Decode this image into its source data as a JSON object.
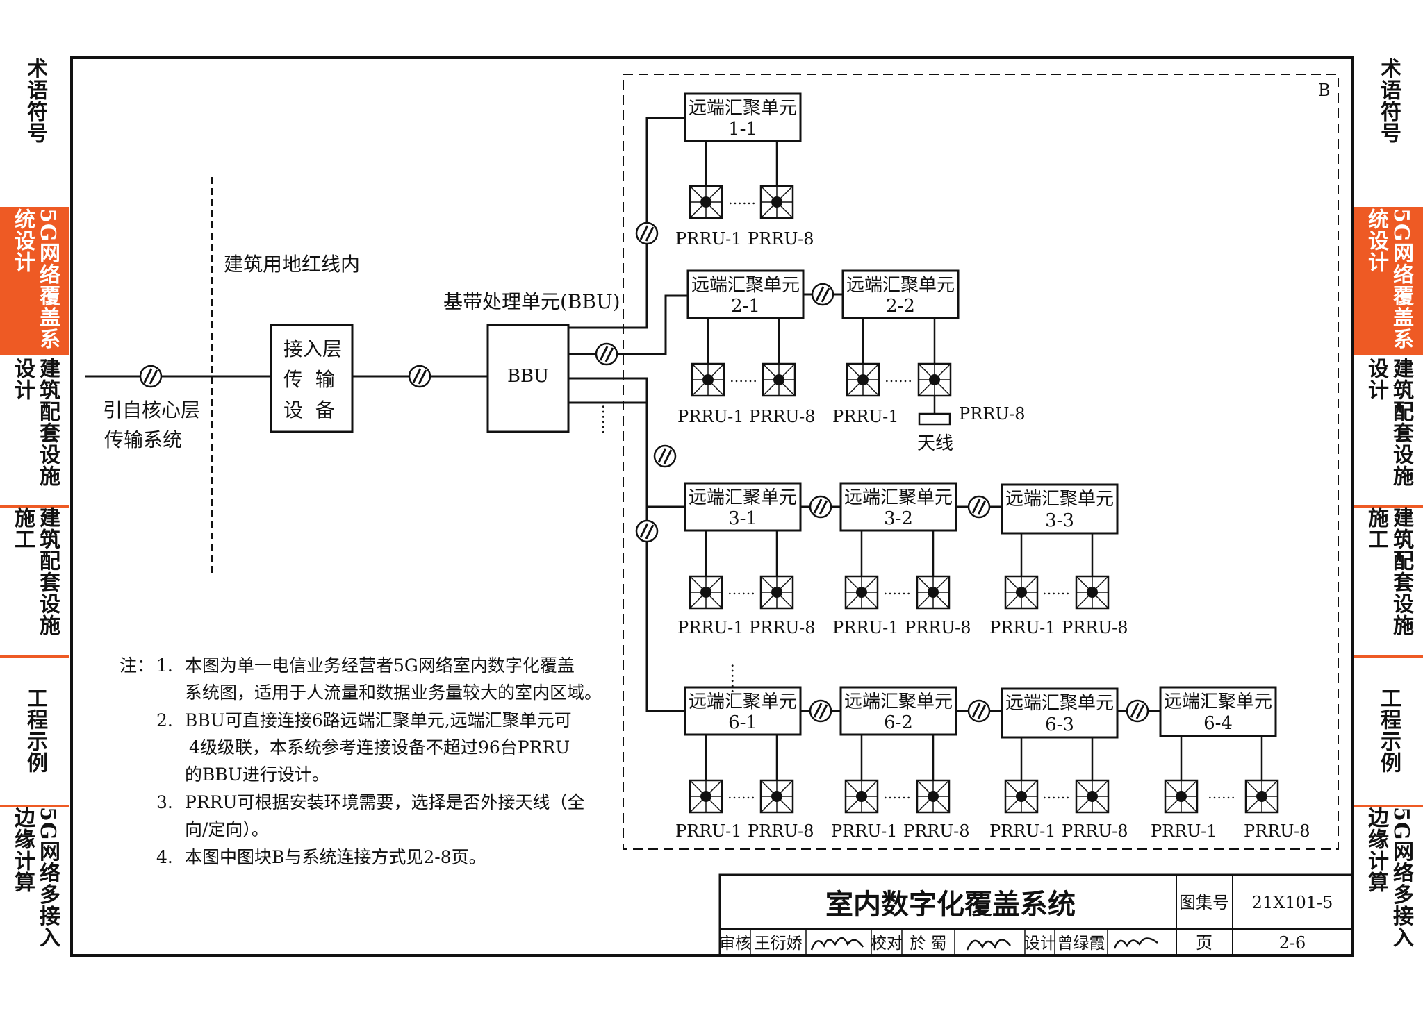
{
  "side_tabs": [
    {
      "label": "术语符号",
      "active": false
    },
    {
      "label": "5G网络覆盖系统设计",
      "active": true
    },
    {
      "label": "建筑配套设施设计",
      "active": false
    },
    {
      "label": "建筑配套设施施工",
      "active": false
    },
    {
      "label": "工程示例",
      "active": false
    },
    {
      "label": "5G网络多接入边缘计算",
      "active": false
    }
  ],
  "colors": {
    "accent": "#ee5a24",
    "line": "#111111"
  },
  "diagram": {
    "redline_label": "建筑用地红线内",
    "core_label_1": "引自核心层",
    "core_label_2": "传输系统",
    "access_1": "接入层",
    "access_2": "传  输",
    "access_3": "设  备",
    "bbu_title": "基带处理单元(BBU)",
    "bbu": "BBU",
    "block_b": "B",
    "unit_name": "远端汇聚单元",
    "units": [
      "1-1",
      "2-1",
      "2-2",
      "3-1",
      "3-2",
      "3-3",
      "6-1",
      "6-2",
      "6-3",
      "6-4"
    ],
    "prru_1": "PRRU-1",
    "prru_8": "PRRU-8",
    "antenna": "天线",
    "dots": "……"
  },
  "notes": {
    "head": "注：",
    "items": [
      {
        "num": "1.",
        "lines": [
          "本图为单一电信业务经营者5G网络室内数字化覆盖",
          "系统图，适用于人流量和数据业务量较大的室内区域。"
        ]
      },
      {
        "num": "2.",
        "lines": [
          "BBU可直接连接6路远端汇聚单元,远端汇聚单元可",
          "4级级联，本系统参考连接设备不超过96台PRRU",
          "的BBU进行设计。"
        ]
      },
      {
        "num": "3.",
        "lines": [
          "PRRU可根据安装环境需要，选择是否外接天线（全",
          "向/定向）。"
        ]
      },
      {
        "num": "4.",
        "lines": [
          "本图中图块B与系统连接方式见2-8页。"
        ]
      }
    ]
  },
  "title_block": {
    "title": "室内数字化覆盖系统",
    "atlas_label": "图集号",
    "atlas_no": "21X101-5",
    "page_label": "页",
    "page_no": "2-6",
    "review_label": "审核",
    "reviewer": "王衍娇",
    "check_label": "校对",
    "checker": "於 蜀",
    "design_label": "设计",
    "designer": "曾绿霞"
  }
}
